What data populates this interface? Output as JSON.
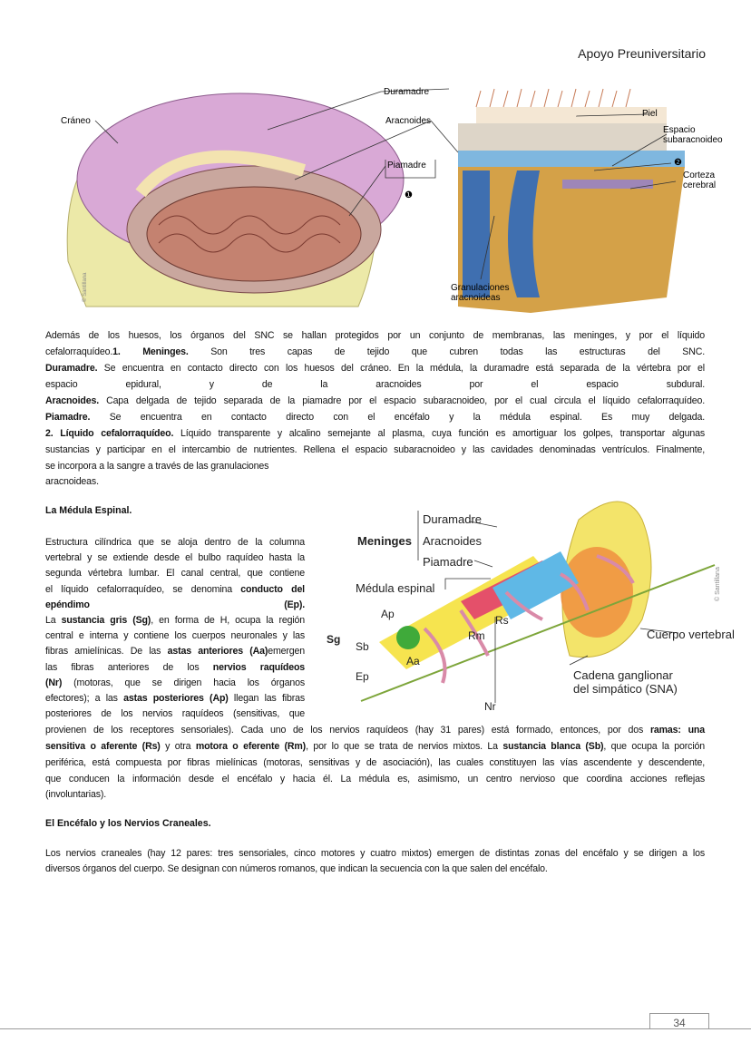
{
  "header": {
    "title": "Apoyo Preuniversitario"
  },
  "figure1": {
    "labels": {
      "craneo": "Cráneo",
      "duramadre": "Duramadre",
      "aracnoides": "Aracnoides",
      "piamadre": "Piamadre",
      "marker1": "❶",
      "piel": "Piel",
      "espacio1": "Espacio",
      "espacio2": "subaracnoideo",
      "marker2": "❷",
      "corteza1": "Corteza",
      "corteza2": "cerebral",
      "gran1": "Granulaciones",
      "gran2": "aracnoideas",
      "credit": "© Santillana"
    }
  },
  "figure2": {
    "labels": {
      "meninges": "Meninges",
      "duramadre": "Duramadre",
      "aracnoides": "Aracnoides",
      "piamadre": "Piamadre",
      "medula": "Médula espinal",
      "ap": "Ap",
      "rs": "Rs",
      "rm": "Rm",
      "sg": "Sg",
      "sb": "Sb",
      "aa": "Aa",
      "ep": "Ep",
      "nr": "Nr",
      "cuerpo": "Cuerpo vertebral",
      "cadena1": "Cadena ganglionar",
      "cadena2": "del simpático (SNA)",
      "credit": "© Santillana"
    }
  },
  "body": {
    "p1": [
      {
        "w": 727,
        "s": [
          [
            "Además de los huesos, los órganos del SNC se hallan protegidos por un conjunto de membranas, las meninges, y por el líquido",
            0
          ]
        ]
      },
      {
        "w": 727,
        "s": [
          [
            "cefalorraquídeo.",
            0
          ],
          [
            "1.   Meninges.",
            1
          ],
          [
            " Son tres capas de tejido que cubren todas las estructuras del SNC.",
            0
          ]
        ]
      },
      {
        "w": 727,
        "s": [
          [
            "Duramadre.",
            1
          ],
          [
            " Se encuentra en contacto directo con los huesos del cráneo. En la médula, la duramadre está separada de la vértebra por el",
            0
          ]
        ]
      },
      {
        "w": 727,
        "s": [
          [
            "espacio epidural, y de la aracnoides por el espacio subdural.",
            0
          ]
        ]
      },
      {
        "w": 727,
        "s": [
          [
            "Aracnoides.",
            1
          ],
          [
            " Capa delgada de tejido separada de la piamadre por el espacio subaracnoideo, por el cual circula el líquido cefalorraquídeo.",
            0
          ]
        ]
      },
      {
        "w": 727,
        "s": [
          [
            "Piamadre.",
            1
          ],
          [
            " Se encuentra en contacto directo con el encéfalo y la médula espinal. Es muy delgada.",
            0
          ]
        ]
      },
      {
        "w": 727,
        "s": [
          [
            "2. Líquido cefalorraquídeo.",
            1
          ],
          [
            " Líquido transparente y alcalino semejante al plasma, cuya función es amortiguar los golpes, transportar algunas",
            0
          ]
        ]
      },
      {
        "w": 727,
        "s": [
          [
            "sustancias y participar en el intercambio de nutrientes. Rellena el espacio subaracnoideo y las cavidades denominadas ventrículos. Finalmente,",
            0
          ]
        ]
      },
      {
        "w": 0,
        "s": [
          [
            "se incorpora a la sangre a través de las granulaciones",
            0
          ]
        ]
      },
      {
        "w": 0,
        "s": [
          [
            "aracnoideas.",
            0
          ]
        ]
      }
    ],
    "h1": "La Médula Espinal.",
    "p2": [
      {
        "w": 286,
        "s": [
          [
            "Estructura cilíndrica que se aloja dentro de la columna",
            0
          ]
        ]
      },
      {
        "w": 286,
        "s": [
          [
            "vertebral y se extiende desde el bulbo raquídeo hasta la",
            0
          ]
        ]
      },
      {
        "w": 286,
        "s": [
          [
            "segunda vértebra lumbar. El canal central, que contiene",
            0
          ]
        ]
      },
      {
        "w": 286,
        "s": [
          [
            "el líquido cefalorraquídeo, se denomina ",
            0
          ],
          [
            "conducto del",
            1
          ]
        ]
      },
      {
        "w": 286,
        "s": [
          [
            "epéndimo (Ep).",
            1
          ]
        ]
      },
      {
        "w": 286,
        "s": [
          [
            "La ",
            0
          ],
          [
            "sustancia gris (Sg)",
            1
          ],
          [
            ", en forma de H, ocupa la región",
            0
          ]
        ]
      },
      {
        "w": 286,
        "s": [
          [
            "central e interna y contiene los cuerpos neuronales y las",
            0
          ]
        ]
      },
      {
        "w": 286,
        "s": [
          [
            "fibras amielínicas. De las ",
            0
          ],
          [
            "astas anteriores (Aa)",
            1
          ],
          [
            "emergen",
            0
          ]
        ]
      },
      {
        "w": 286,
        "s": [
          [
            "las fibras anteriores de los ",
            0
          ],
          [
            "nervios raquídeos",
            1
          ]
        ]
      },
      {
        "w": 286,
        "s": [
          [
            "(Nr)",
            1
          ],
          [
            " (motoras, que se dirigen hacia los órganos",
            0
          ]
        ]
      },
      {
        "w": 286,
        "s": [
          [
            "efectores); a las ",
            0
          ],
          [
            "astas posteriores (Ap)",
            1
          ],
          [
            " llegan las fibras",
            0
          ]
        ]
      },
      {
        "w": 286,
        "s": [
          [
            "posteriores de los nervios raquídeos (sensitivas, que",
            0
          ]
        ]
      },
      {
        "w": 727,
        "s": [
          [
            "provienen de los receptores sensoriales). Cada uno de los nervios raquídeos (hay 31 pares) está formado, entonces, por dos ",
            0
          ],
          [
            "ramas: una",
            1
          ]
        ]
      },
      {
        "w": 727,
        "s": [
          [
            "sensitiva o aferente (Rs)",
            1
          ],
          [
            " y otra ",
            0
          ],
          [
            "motora o eferente (Rm)",
            1
          ],
          [
            ", por lo que se trata de nervios mixtos. La ",
            0
          ],
          [
            "sustancia blanca (Sb)",
            1
          ],
          [
            ", que ocupa la porción",
            0
          ]
        ]
      },
      {
        "w": 727,
        "s": [
          [
            "periférica, está compuesta por fibras mielínicas (motoras, sensitivas y de asociación), las cuales constituyen las vías ascendente y descendente,",
            0
          ]
        ]
      },
      {
        "w": 727,
        "s": [
          [
            "que conducen la información desde el encéfalo y hacia él.  La médula es, asimismo, un centro nervioso que coordina acciones reflejas",
            0
          ]
        ]
      },
      {
        "w": 0,
        "s": [
          [
            "(involuntarias).",
            0
          ]
        ]
      }
    ],
    "h2": "El Encéfalo y los Nervios Craneales.",
    "p3": [
      {
        "w": 727,
        "s": [
          [
            "Los nervios craneales (hay 12 pares: tres sensoriales, cinco motores y cuatro mixtos) emergen de distintas zonas del encéfalo y se dirigen a los",
            0
          ]
        ]
      },
      {
        "w": 0,
        "s": [
          [
            "diversos órganos del cuerpo. Se designan con números romanos, que indican la secuencia con la que salen del encéfalo.",
            0
          ]
        ]
      }
    ]
  },
  "footer": {
    "page": "34"
  }
}
